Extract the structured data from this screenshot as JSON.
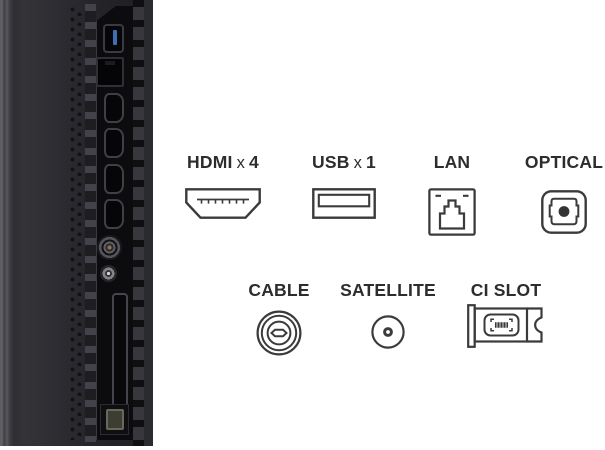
{
  "title": "TV side panel connection ports",
  "colors": {
    "background": "#ffffff",
    "icon_stroke": "#3b3b3b",
    "label_text": "#2d2d2d",
    "usb_accent_blue": "#3f6fb0"
  },
  "photo": {
    "name": "tv-side-panel-photo",
    "ports": [
      "usb",
      "lan",
      "hdmi",
      "hdmi",
      "hdmi",
      "hdmi",
      "cable",
      "satellite",
      "ci-slot",
      "optical"
    ]
  },
  "diagram": {
    "row1": [
      {
        "name": "HDMI",
        "times": "x",
        "count": "4",
        "icon": "hdmi-port-icon"
      },
      {
        "name": "USB",
        "times": "x",
        "count": "1",
        "icon": "usb-port-icon"
      },
      {
        "name": "LAN",
        "times": "",
        "count": "",
        "icon": "lan-port-icon"
      },
      {
        "name": "OPTICAL",
        "times": "",
        "count": "",
        "icon": "optical-port-icon"
      }
    ],
    "row2": [
      {
        "name": "CABLE",
        "icon": "cable-port-icon"
      },
      {
        "name": "SATELLITE",
        "icon": "satellite-port-icon"
      },
      {
        "name": "CI SLOT",
        "icon": "ci-slot-icon"
      }
    ]
  }
}
